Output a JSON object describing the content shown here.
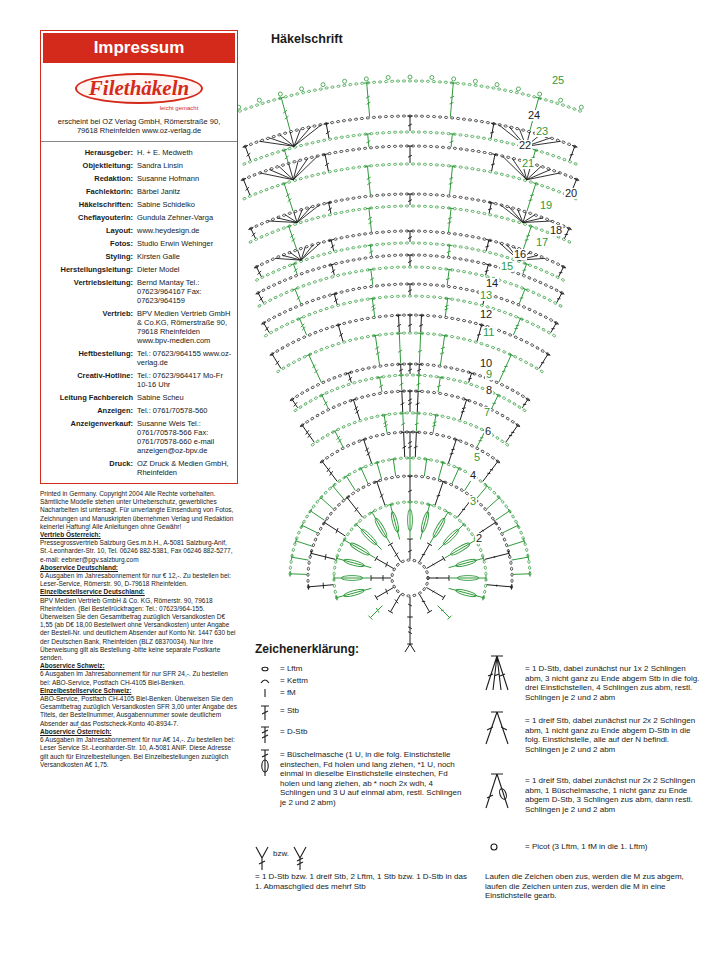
{
  "diagram": {
    "title": "Häkelschrift",
    "nodes": [
      {
        "text": [
          "Impressum",
          "Filethäkeln",
          "leicht gemacht",
          "erscheint bei OZ Verlag GmbH, Römerstraße 90, 79618 Rheinfelden www.oz-verlag.de",
          "Herausgeber:",
          "H. + E. Medweth",
          "Objektleitung:",
          "Sandra Linsin",
          "Redaktion:",
          "Susanne Hofmann",
          "Fachlektorin:",
          "Bärbel Janitz",
          "Häkelschriften:",
          "Sabine Schidelko",
          "Cheflayouterin:",
          "Gundula Zehner-Varga",
          "Layout:",
          "www.heydesign.de",
          "Fotos:",
          "Studio Erwin Wehinger",
          "Styling:",
          "Kirsten Galle",
          "Herstellungsleitung:",
          "Dieter Model",
          "Vertriebsleitung:",
          "Bernd Mantay Tel.: 07623/964167 Fax: 07623/964159",
          "Vertrieb:",
          "BPV Medien Vertrieb GmbH & Co.KG, Römerstraße 90, 79618 Rheinfelden www.bpv-medien.com",
          "Heftbestellung:",
          "Tel.: 07623/964155 www.oz-verlag.de",
          "Creativ-Hotline:",
          "Tel.: 07623/964417 Mo-Fr 10-16 Uhr",
          "Leitung Fachbereich",
          "Sabine Scheu",
          "Anzeigen:",
          "Tel.: 0761/70578-560",
          "Anzeigenverkauf:",
          "Susanne Weis Tel.: 0761/70578-566 Fax: 0761/70578-660 e-mail anzeigen@oz-bpv.de",
          "Druck:",
          "OZ Druck & Medien GmbH, Rheinfelden"
        ]
      }
    ],
    "labels": [
      "Zeichenerklärung:",
      "bzw.",
      "Laufen die Zeichen oben zus, werden die M zus abgem, laufen die Zeichen unten zus, werden die M in eine Einstichstelle gearb.",
      "25",
      "24",
      "23",
      "22",
      "21",
      "20",
      "19",
      "18",
      "17",
      "16",
      "15",
      "14",
      "13",
      "12",
      "11",
      "10",
      "9",
      "8",
      "7",
      "6",
      "5",
      "4",
      "3",
      "2",
      "Printed in Germany. Copyright 2004 Alle Rechte vorbehalten. Sämtliche Modelle stehen unter Urheberschutz, gewerbliches Nacharbeiten ist untersagt. Für unverlangte Einsendung von Fotos, Zeichnungen und Manuskripten übernehmen Verlag und Redaktion keinerlei Haftung! Alle Anleitungen ohne Gewähr!",
      "Vertrieb Österreich:",
      "Pressegrossvertrieb Salzburg Ges.m.b.H., A-5081 Salzburg-Anif, St.-Leonharder-Str. 10, Tel. 06246 882-5381, Fax 06246 882-5277, e-mail: eebner@pgv.salzburg.com",
      "Aboservice Deutschland:",
      "6 Ausgaben im Jahresabonnement für nur € 12,-. Zu bestellen bei: Leser-Service, Römerstr. 90, D-79618 Rheinfelden.",
      "Einzelbestellservice Deutschland:",
      "BPV Medien Vertrieb GmbH & Co. KG, Römerstr. 90, 79618 Rheinfelden. (Bei Bestellrückfragen: Tel.: 07623/964-155. Überweisen Sie den Gesamtbetrag zuzüglich Versandkosten D€ 1,55 (ab D€ 18,00 Bestellwert ohne Versandkosten) unter Angabe der Bestell-Nr. und deutlichem Absender auf Konto Nr. 1447 630 bei der Deutschen Bank, Rheinfelden (BLZ 68370034). Nur Ihre Überweisung gilt als Bestellung -bitte keine separate Postkarte senden.",
      "Aboservice Schweiz:",
      "6 Ausgaben im Jahresabonnement für nur SFR 24,-. Zu bestellen bei: ABO-Service, Postfach CH-4105 Biel-Benken.",
      "Einzelbestellservice Schweiz:",
      "ABO-Service, Postfach CH-4105 Biel-Benken. Überweisen Sie den Gesamtbetrag zuzüglich Versandkosten SFR 3,00 unter Angabe des Titels, der Bestellnummer, Ausgabennummer sowie deutlichem Absender auf das Postscheck-Konto 40-8934-7.",
      "Aboservice Österreich:",
      "6 Ausgaben im Jahresabonnement für nur A€ 14,-. Zu bestellen bei: Leser Service St.-Leonharder-Str. 10, A-5081 ANIF. Diese Adresse gilt auch für Einzelbestellungen. Bei Einzelbestellungen zuzüglich Versandkosten A€ 1,75."
    ],
    "legend": [
      {
        "text": "= Lftm"
      },
      {
        "text": "= Kettm"
      },
      {
        "text": "= fM"
      },
      {
        "text": "= Stb"
      },
      {
        "text": "= D-Stb"
      },
      {
        "text": "= Büschelmasche (1 U, in die folg. Einstichstelle einstechen, Fd holen und lang ziehen, *1 U, noch einmal in dieselbe Einstichstelle einstechen, Fd holen und lang ziehen, ab * noch 2x wdh, 4 Schlingen und 3 U auf einmal abm, restl. Schlingen je 2 und 2 abm)"
      },
      {
        "text": "= 1 D-Stb bzw. 1 dreif Stb, 2 Lftm, 1 Stb bzw. 1 D-Stb in das 1. Abmaschglied des mehrf Stb"
      },
      {
        "text": "= 1 D-Stb, dabei zunächst nur 1x 2 Schlingen abm, 3 nicht ganz zu Ende abgem Stb in die folg. drei Einstichstellen, 4 Schlingen zus abm, restl. Schlingen je 2 und 2 abm"
      },
      {
        "text": "= 1 dreif Stb, dabei zunächst nur 2x 2 Schlingen abm, 1 nicht ganz zu Ende abgem D-Stb in die folg. Einstichstelle, alle auf der N befindl. Schlingen je 2 und 2 abm"
      },
      {
        "text": "= 1 dreif Stb, dabei zunächst nur 2x 2 Schlingen abm, 1 Büschelmasche, 1 nicht ganz zu Ende abgem D-Stb, 3 Schlingen zus abm, dann restl. Schlingen je 2 und 2 abm"
      },
      {
        "text": "= Picot (3 Lftm, 1 fM in die 1. Lftm)"
      }
    ]
  }
}
